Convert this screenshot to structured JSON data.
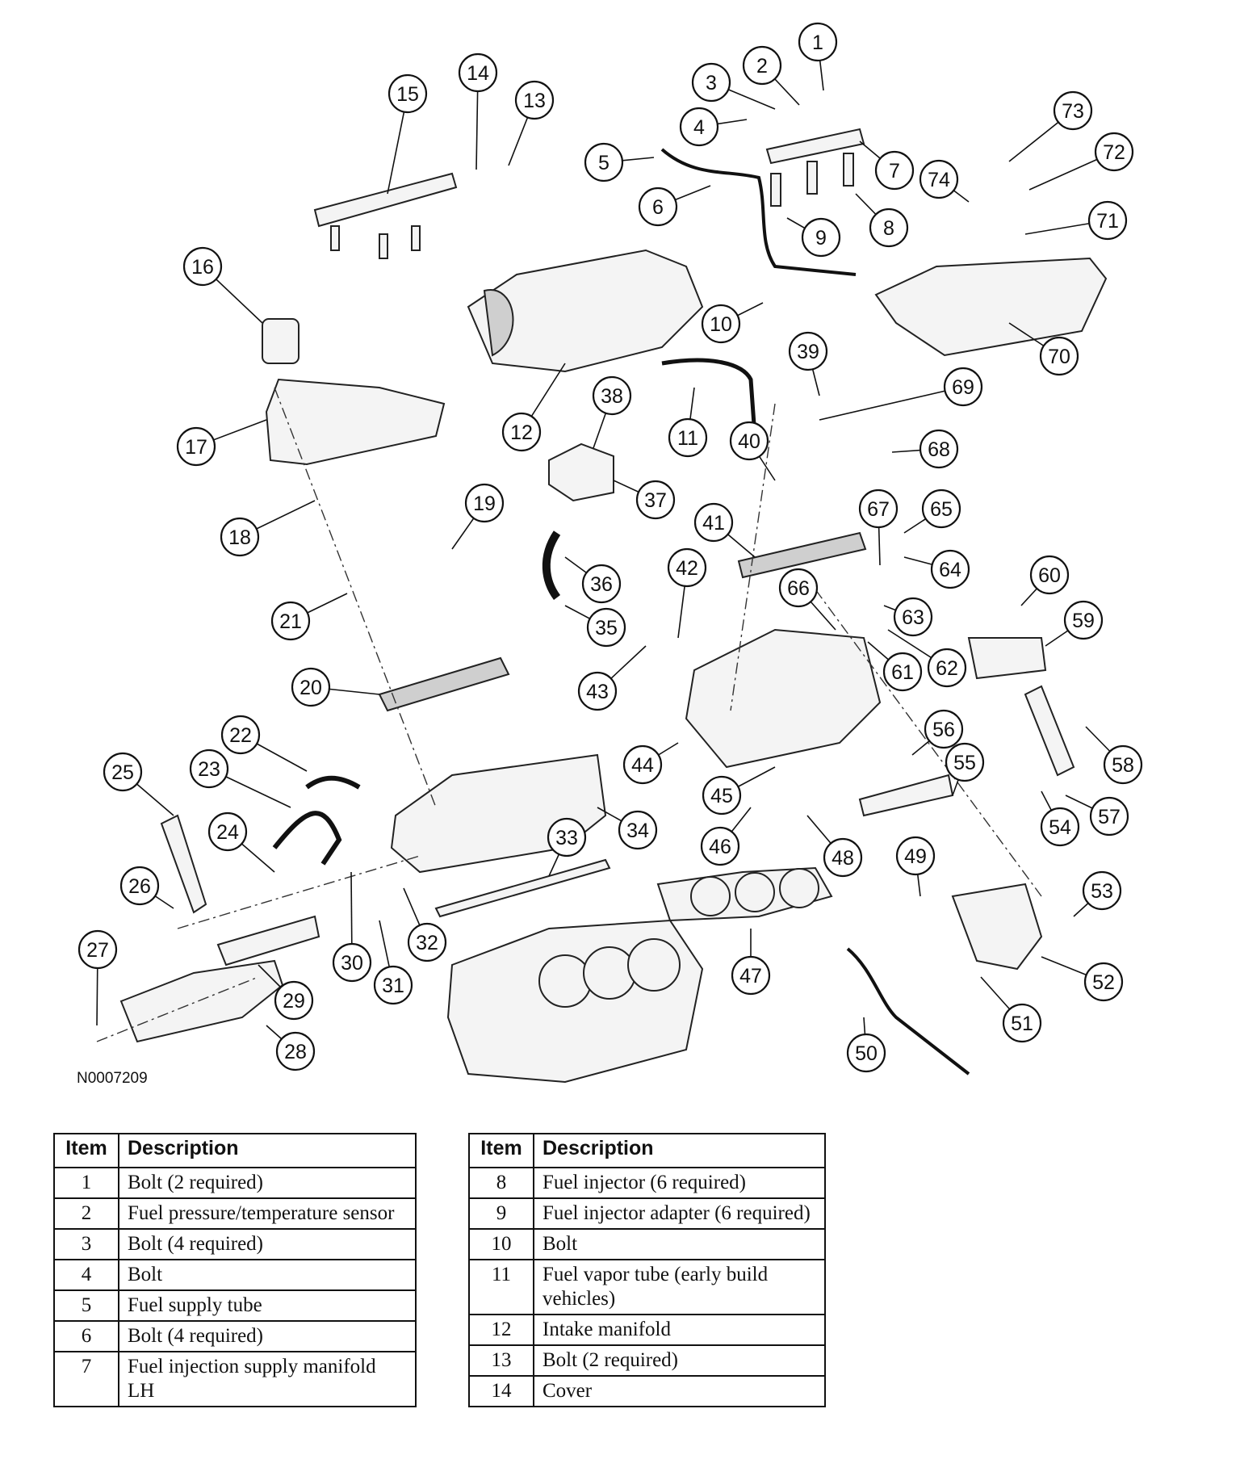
{
  "figure_id": "N0007209",
  "callouts": [
    "1",
    "2",
    "3",
    "4",
    "5",
    "6",
    "7",
    "8",
    "9",
    "10",
    "11",
    "12",
    "13",
    "14",
    "15",
    "16",
    "17",
    "18",
    "19",
    "20",
    "21",
    "22",
    "23",
    "24",
    "25",
    "26",
    "27",
    "28",
    "29",
    "30",
    "31",
    "32",
    "33",
    "34",
    "35",
    "36",
    "37",
    "38",
    "39",
    "40",
    "41",
    "42",
    "43",
    "44",
    "45",
    "46",
    "47",
    "48",
    "49",
    "50",
    "51",
    "52",
    "53",
    "54",
    "55",
    "56",
    "57",
    "58",
    "59",
    "60",
    "61",
    "62",
    "63",
    "64",
    "65",
    "66",
    "67",
    "68",
    "69",
    "70",
    "71",
    "72",
    "73",
    "74"
  ],
  "legend_left": {
    "header_item": "Item",
    "header_description": "Description",
    "rows": [
      {
        "item": "1",
        "description": "Bolt (2 required)"
      },
      {
        "item": "2",
        "description": "Fuel pressure/temperature sensor"
      },
      {
        "item": "3",
        "description": "Bolt (4 required)"
      },
      {
        "item": "4",
        "description": "Bolt"
      },
      {
        "item": "5",
        "description": "Fuel supply tube"
      },
      {
        "item": "6",
        "description": "Bolt (4 required)"
      },
      {
        "item": "7",
        "description": "Fuel injection supply manifold LH"
      }
    ]
  },
  "legend_right": {
    "header_item": "Item",
    "header_description": "Description",
    "rows": [
      {
        "item": "8",
        "description": "Fuel injector (6 required)"
      },
      {
        "item": "9",
        "description": "Fuel injector adapter (6 required)"
      },
      {
        "item": "10",
        "description": "Bolt"
      },
      {
        "item": "11",
        "description": "Fuel vapor tube (early build vehicles)"
      },
      {
        "item": "12",
        "description": "Intake manifold"
      },
      {
        "item": "13",
        "description": "Bolt (2 required)"
      },
      {
        "item": "14",
        "description": "Cover"
      }
    ]
  }
}
